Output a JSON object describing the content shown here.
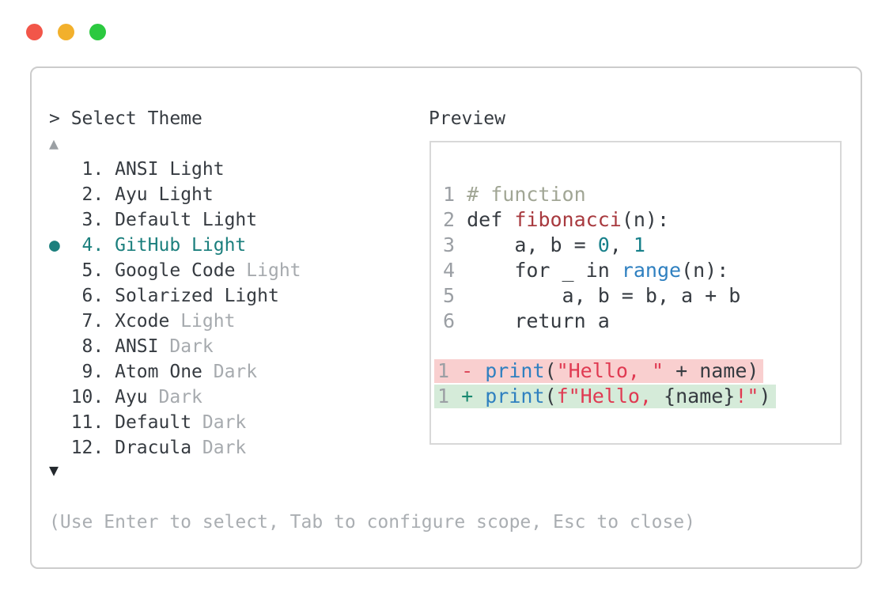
{
  "colors": {
    "accent_teal": "#1b7f7d",
    "text_dark": "#363b41",
    "text_muted": "#a6aaae",
    "removed_bg": "#f9cfcf",
    "added_bg": "#d5ebd9",
    "traffic_red": "#F25649",
    "traffic_yellow": "#F2B02C",
    "traffic_green": "#2BC93F"
  },
  "window": {
    "controls": [
      "close",
      "minimize",
      "maximize"
    ]
  },
  "prompt": {
    "text": "> Select Theme"
  },
  "theme_list": {
    "scroll_up_icon": "▲",
    "scroll_down_icon": "▼",
    "selected_marker": "●",
    "items": [
      {
        "number": "1",
        "name": "ANSI Light",
        "muted": "",
        "selected": false
      },
      {
        "number": "2",
        "name": "Ayu Light",
        "muted": "",
        "selected": false
      },
      {
        "number": "3",
        "name": "Default Light",
        "muted": "",
        "selected": false
      },
      {
        "number": "4",
        "name": "GitHub Light",
        "muted": "",
        "selected": true
      },
      {
        "number": "5",
        "name": "Google Code",
        "muted": "Light",
        "selected": false
      },
      {
        "number": "6",
        "name": "Solarized Light",
        "muted": "",
        "selected": false
      },
      {
        "number": "7",
        "name": "Xcode",
        "muted": "Light",
        "selected": false
      },
      {
        "number": "8",
        "name": "ANSI",
        "muted": "Dark",
        "selected": false
      },
      {
        "number": "9",
        "name": "Atom One",
        "muted": "Dark",
        "selected": false
      },
      {
        "number": "10",
        "name": "Ayu",
        "muted": "Dark",
        "selected": false
      },
      {
        "number": "11",
        "name": "Default",
        "muted": "Dark",
        "selected": false
      },
      {
        "number": "12",
        "name": "Dracula",
        "muted": "Dark",
        "selected": false
      }
    ]
  },
  "preview": {
    "label": "Preview",
    "code_lines": [
      {
        "number": "1",
        "tokens": [
          {
            "text": "# function",
            "style": "comment"
          }
        ]
      },
      {
        "number": "2",
        "tokens": [
          {
            "text": "def ",
            "style": "code"
          },
          {
            "text": "fibonacci",
            "style": "func"
          },
          {
            "text": "(n):",
            "style": "code"
          }
        ]
      },
      {
        "number": "3",
        "tokens": [
          {
            "text": "    a, b = ",
            "style": "code"
          },
          {
            "text": "0",
            "style": "num"
          },
          {
            "text": ", ",
            "style": "code"
          },
          {
            "text": "1",
            "style": "num"
          }
        ]
      },
      {
        "number": "4",
        "tokens": [
          {
            "text": "    for _ in ",
            "style": "code"
          },
          {
            "text": "range",
            "style": "builtin"
          },
          {
            "text": "(n):",
            "style": "code"
          }
        ]
      },
      {
        "number": "5",
        "tokens": [
          {
            "text": "        a, b = b, a + b",
            "style": "code"
          }
        ]
      },
      {
        "number": "6",
        "tokens": [
          {
            "text": "    return a",
            "style": "code"
          }
        ]
      }
    ],
    "diff_lines": [
      {
        "number": "1",
        "sign": "-",
        "kind": "removed",
        "tokens": [
          {
            "text": "print",
            "style": "builtin"
          },
          {
            "text": "(",
            "style": "code"
          },
          {
            "text": "\"Hello, \"",
            "style": "string"
          },
          {
            "text": " + name)",
            "style": "code"
          }
        ]
      },
      {
        "number": "1",
        "sign": "+",
        "kind": "added",
        "tokens": [
          {
            "text": "print",
            "style": "builtin"
          },
          {
            "text": "(",
            "style": "code"
          },
          {
            "text": "f\"Hello, ",
            "style": "string"
          },
          {
            "text": "{name}",
            "style": "code"
          },
          {
            "text": "!\"",
            "style": "string"
          },
          {
            "text": ")",
            "style": "code"
          }
        ]
      }
    ]
  },
  "footer": {
    "hint": "(Use Enter to select, Tab to configure scope, Esc to close)"
  }
}
